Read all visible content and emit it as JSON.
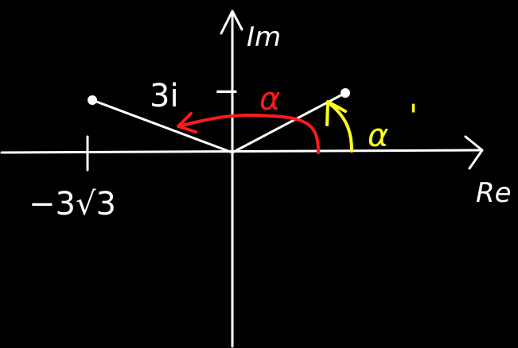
{
  "colors": {
    "background": "#000000",
    "axes": "#ffffff",
    "angle_alpha": "#ff1a1a",
    "angle_alpha_prime": "#ffff1a"
  },
  "axes": {
    "imaginary_label": "Im",
    "real_label": "Re"
  },
  "labels": {
    "point_value": "3i",
    "dash": "−",
    "alpha": "α",
    "alpha_prime": "α",
    "prime_mark": "'",
    "tick_value": "−3√3"
  }
}
